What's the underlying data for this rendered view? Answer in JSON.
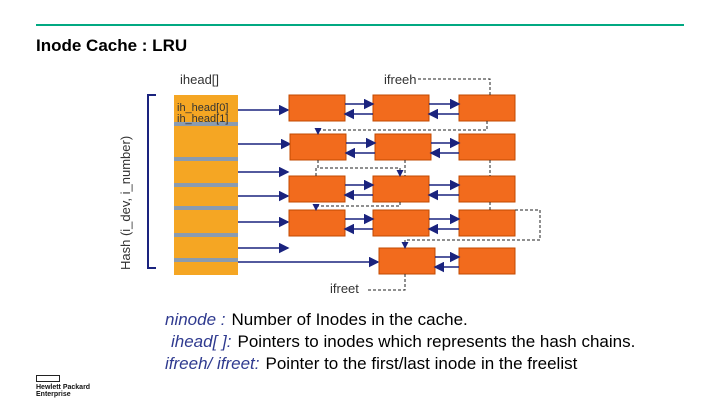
{
  "slide": {
    "title": "Inode Cache : LRU"
  },
  "diagram": {
    "y_axis_label": "Hash (i_dev, i_number)",
    "ihead_label": "ihead[]",
    "ifreeh_label": "ifreeh",
    "ifreet_label": "ifreet",
    "ih_head_0": "ih_head[0]",
    "ih_head_1": "ih_head[1]"
  },
  "legend": {
    "items": [
      {
        "term": "ninode :",
        "desc": "Number of Inodes in the cache."
      },
      {
        "term": "ihead[ ]:",
        "desc": "Pointers to inodes which represents the hash chains."
      },
      {
        "term": "ifreeh/ ifreet:",
        "desc": "Pointer to the first/last inode in the freelist"
      }
    ]
  },
  "logo": {
    "line1": "Hewlett Packard",
    "line2": "Enterprise"
  },
  "colors": {
    "accent_line": "#01a982",
    "node_fill": "#f26b1d",
    "array_fill": "#f5a623",
    "arrow": "#1a237e"
  }
}
